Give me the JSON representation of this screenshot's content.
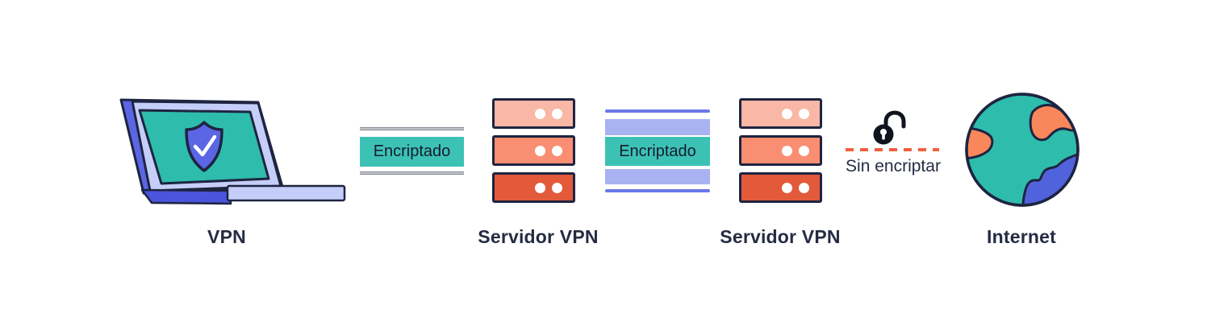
{
  "colors": {
    "teal": "#2EBCAD",
    "teal-label": "#3CC2B5",
    "navy": "#1E2440",
    "text": "#252B42",
    "lavender": "#C5CEF8",
    "blue-mid": "#5A66E3",
    "blue-dark": "#4A55DC",
    "periwinkle-band": "#A9B3F2",
    "periwinkle-line": "#6B78E8",
    "server-light": "#F9B7A5",
    "server-mid": "#F98E72",
    "server-dark": "#E25A3A",
    "dash-orange": "#F2603C",
    "gray-line": "#848A96",
    "icon-dark": "#10141F",
    "globe-orange": "#F8875B",
    "globe-blue": "#5062DC"
  },
  "nodes": {
    "client": {
      "label": "VPN"
    },
    "server1": {
      "label": "Servidor VPN"
    },
    "server2": {
      "label": "Servidor VPN"
    },
    "internet": {
      "label": "Internet"
    }
  },
  "links": {
    "encrypted1": {
      "label": "Encriptado"
    },
    "encrypted2": {
      "label": "Encriptado"
    },
    "unencrypted": {
      "label": "Sin encriptar"
    }
  }
}
